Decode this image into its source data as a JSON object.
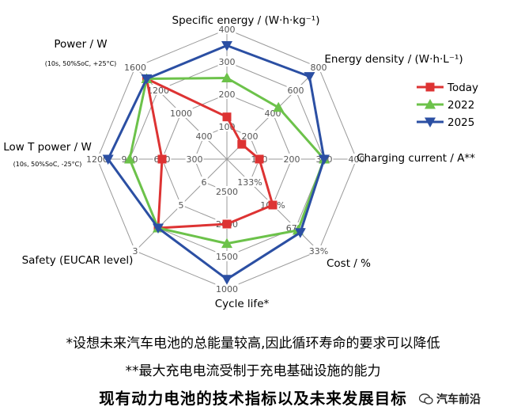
{
  "chart_data": {
    "type": "radar",
    "axes": [
      {
        "label": "Specific energy / (W·h·kg⁻¹)",
        "sub": "",
        "ticks": [
          "100",
          "200",
          "300",
          "400"
        ],
        "max": 400
      },
      {
        "label": "Energy density / (W·h·L⁻¹)",
        "sub": "",
        "ticks": [
          "200",
          "400",
          "600",
          "800"
        ],
        "max": 800
      },
      {
        "label": "Charging current / A**",
        "sub": "",
        "ticks": [
          "100",
          "200",
          "300",
          "400"
        ],
        "max": 400
      },
      {
        "label": "Cost / %",
        "sub": "",
        "ticks": [
          "133%",
          "100%",
          "67%",
          "33%"
        ],
        "max": 4
      },
      {
        "label": "Cycle life*",
        "sub": "",
        "ticks": [
          "2500",
          "2000",
          "1500",
          "1000"
        ],
        "max": 4
      },
      {
        "label": "Safety (EUCAR level)",
        "sub": "",
        "ticks": [
          "6",
          "5",
          "4",
          "3"
        ],
        "max": 4
      },
      {
        "label": "Low T power / W",
        "sub": "(10s, 50%SoC, -25°C)",
        "ticks": [
          "300",
          "600",
          "900",
          "1200"
        ],
        "max": 1200
      },
      {
        "label": "Power / W",
        "sub": "(10s, 50%SoC, +25°C)",
        "ticks": [
          "400",
          "1000",
          "1200",
          "1600"
        ],
        "max": 1600
      }
    ],
    "series": [
      {
        "name": "Today",
        "color": "#dd3333",
        "marker": "square",
        "values": [
          130,
          130,
          100,
          2,
          2,
          3,
          600,
          1400
        ]
      },
      {
        "name": "2022",
        "color": "#6cc24a",
        "marker": "triangle-up",
        "values": [
          250,
          450,
          300,
          3.1,
          2.6,
          3,
          900,
          1400
        ]
      },
      {
        "name": "2025",
        "color": "#2b4fa3",
        "marker": "triangle-down",
        "values": [
          350,
          720,
          300,
          3.2,
          3.7,
          3,
          1100,
          1400
        ]
      }
    ]
  },
  "notes": {
    "line1": "*设想未来汽车电池的总能量较高,因此循环寿命的要求可以降低",
    "line2": "**最大充电电流受制于充电基础设施的能力"
  },
  "caption": "现有动力电池的技术指标以及未来发展目标",
  "watermark": "汽车前沿"
}
